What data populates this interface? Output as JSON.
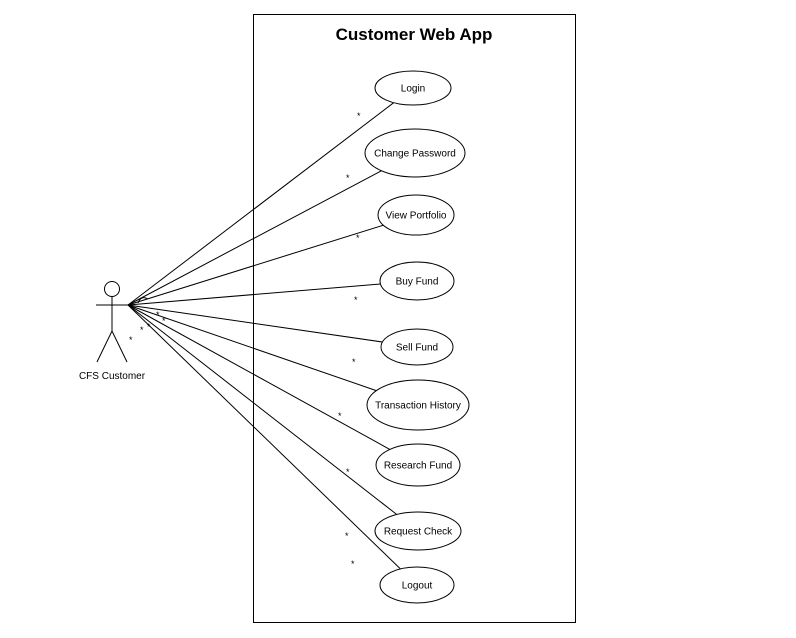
{
  "system": {
    "title": "Customer Web App"
  },
  "actor": {
    "name": "CFS Customer"
  },
  "use_cases": [
    {
      "label": "Login",
      "multiplicity": "*"
    },
    {
      "label": "Change Password",
      "multiplicity": "*"
    },
    {
      "label": "View Portfolio",
      "multiplicity": "*"
    },
    {
      "label": "Buy Fund",
      "multiplicity": "*"
    },
    {
      "label": "Sell Fund",
      "multiplicity": "*"
    },
    {
      "label": "Transaction History",
      "multiplicity": "*"
    },
    {
      "label": "Research Fund",
      "multiplicity": "*"
    },
    {
      "label": "Request Check",
      "multiplicity": "*"
    },
    {
      "label": "Logout",
      "multiplicity": "*"
    }
  ],
  "actor_multiplicities": [
    "*",
    "*",
    "*",
    "*",
    "*"
  ]
}
